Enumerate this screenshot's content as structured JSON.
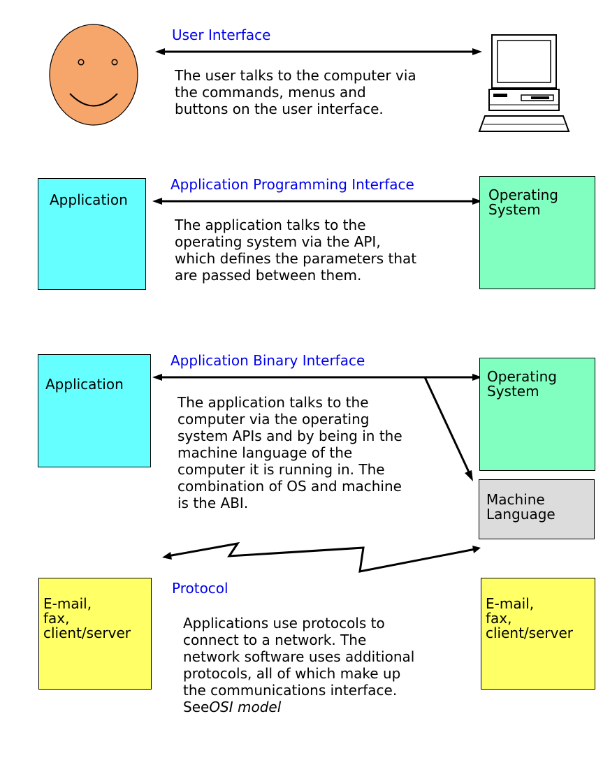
{
  "panels": {
    "user_interface": {
      "label": "User Interface",
      "description": "The user talks to the computer via\nthe commands, menus and\nbuttons on the user interface."
    },
    "api": {
      "label": "Application Programming Interface",
      "left_box": "Application",
      "right_box": "Operating\nSystem",
      "description": "The application talks to the\noperating system via the API,\nwhich defines the parameters that\nare passed between them."
    },
    "abi": {
      "label": "Application Binary Interface",
      "left_box": "Application",
      "right_box": "Operating\nSystem",
      "extra_box": "Machine\nLanguage",
      "description": "The application talks to the\ncomputer via the operating\nsystem APIs and by being in the\nmachine language of the\ncomputer it is running in.  The\ncombination of OS and machine\nis the ABI."
    },
    "protocol": {
      "label": "Protocol",
      "left_box": "E-mail,\nfax,\nclient/server",
      "right_box": "E-mail,\nfax,\nclient/server",
      "description": "Applications use protocols to\nconnect to a network.   The\nnetwork software uses additional\nprotocols, all of which make up\nthe communications interface.",
      "see_prefix": "See",
      "see_link": "OSI model"
    }
  },
  "colors": {
    "label": "#0000ee",
    "face": "#f7a66b",
    "application_box": "#66ffff",
    "os_box": "#80ffc0",
    "machine_box": "#dcdcdc",
    "protocol_box": "#ffff66"
  },
  "icons": [
    "smiley-face-icon",
    "computer-icon"
  ]
}
